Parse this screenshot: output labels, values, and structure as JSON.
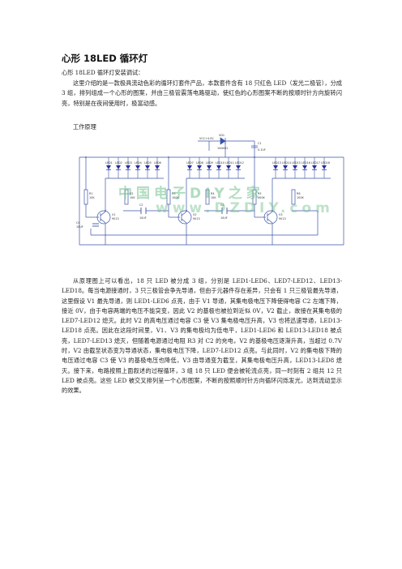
{
  "article": {
    "title": "心形 18LED 循环灯",
    "subtitle": "心形 18LED 循环灯安装调试：",
    "intro": "这里介绍的是一款极具流动色彩的循环灯套件产品，本款套件含有 18 只红色 LED（发光二极管），分成 3 组，排列组成一个心形的图案，并由三极管震荡电路驱动，使红色的心形图案不断的按顺时针方向旋转闪亮，特别是在夜间使用时，极富动感。",
    "section_label": "工作原理",
    "analysis": "从原理图上可以看出，18 只 LED 被分成 3 组，分别是 LED1-LED6、LED7-LED12、LED13-LED18。每当电源接通时，3 只三极管会争先导通，但由于元器件存在差异，只会有 1 只三极管最先导通，这里假设 V1 最先导通，则 LED1-LED6 点亮，由于 V1 导通，其集电极电压下降使得电容 C2 左端下降，接近 0V，由于电容两端的电压不能突变，因此 V2 的基极也被拉到近似 0V，V2 截止，故接在其集电极的 LED7-LED12 熄灭。此时 V2 的高电压通过电容 C3 使 V3 集电极电压升高，V3 也将迅速导通，LED13-LED18 点亮。因此在这段时间里，V1、V3 的集电极均为低电平，LED1-LED6 和 LED13-LED18 被点亮，LED7-LED13 熄灭，但随着电源通过电阻 R3 对 C2 的充电，V2 的基极电压逐渐升高，当超过 0.7V 时，V2 由截至状态变为导通状态，集电极电压下降，LED7-LED12 点亮。与此同时，V2 的集电极下降的电压通过电容 C3 使 V3 的基极电压也降低，V3 由导通变为截至，其集电极电压升高，LED13-LED8 熄灭。接下来，电路按照上面叙述的过程循环，3 组 18 只 LED 便会被轮流点亮，同一时刻有 2 组共 12 只 LED 被点亮。这些 LED 被交叉排列呈一个心形图案，不断的按照顺时针方向循环闪烁发光，达到流动显示的效果。"
  },
  "schematic": {
    "supply_label": "VCC+4.5V",
    "diode_label": "1N4001",
    "diode_ref": "VD1",
    "cap_label": "0.1UF",
    "cap_ref": "C1",
    "watermark": "中国电子DIY之家",
    "watermark_url": "www.DZDIY.com",
    "led_labels": [
      "LED1",
      "LED2",
      "LED3",
      "LED4",
      "LED5",
      "LED6",
      "LED7",
      "LED8",
      "LED9",
      "LED10",
      "LED11",
      "LED12",
      "LED13",
      "LED14",
      "LED15",
      "LED16",
      "LED17",
      "LED18"
    ],
    "resistors": [
      {
        "ref": "R1",
        "value": "10K"
      },
      {
        "ref": "R2",
        "value": "10K"
      },
      {
        "ref": "R3",
        "value": "100K"
      },
      {
        "ref": "R4",
        "value": "10K"
      },
      {
        "ref": "R5",
        "value": "100K"
      },
      {
        "ref": "R6",
        "value": "100K"
      }
    ],
    "capacitors": [
      {
        "ref": "C2",
        "value": "10UF"
      },
      {
        "ref": "C3",
        "value": "10UF"
      },
      {
        "ref": "C4",
        "value": "10UF"
      }
    ],
    "transistors": [
      {
        "ref": "V1",
        "value": "9013"
      },
      {
        "ref": "V2",
        "value": "9013"
      },
      {
        "ref": "V3",
        "value": "9013"
      }
    ],
    "colors": {
      "wire": "#3a53a6",
      "led": "#2a2f9e",
      "watermark": "#6fbf8a"
    }
  }
}
